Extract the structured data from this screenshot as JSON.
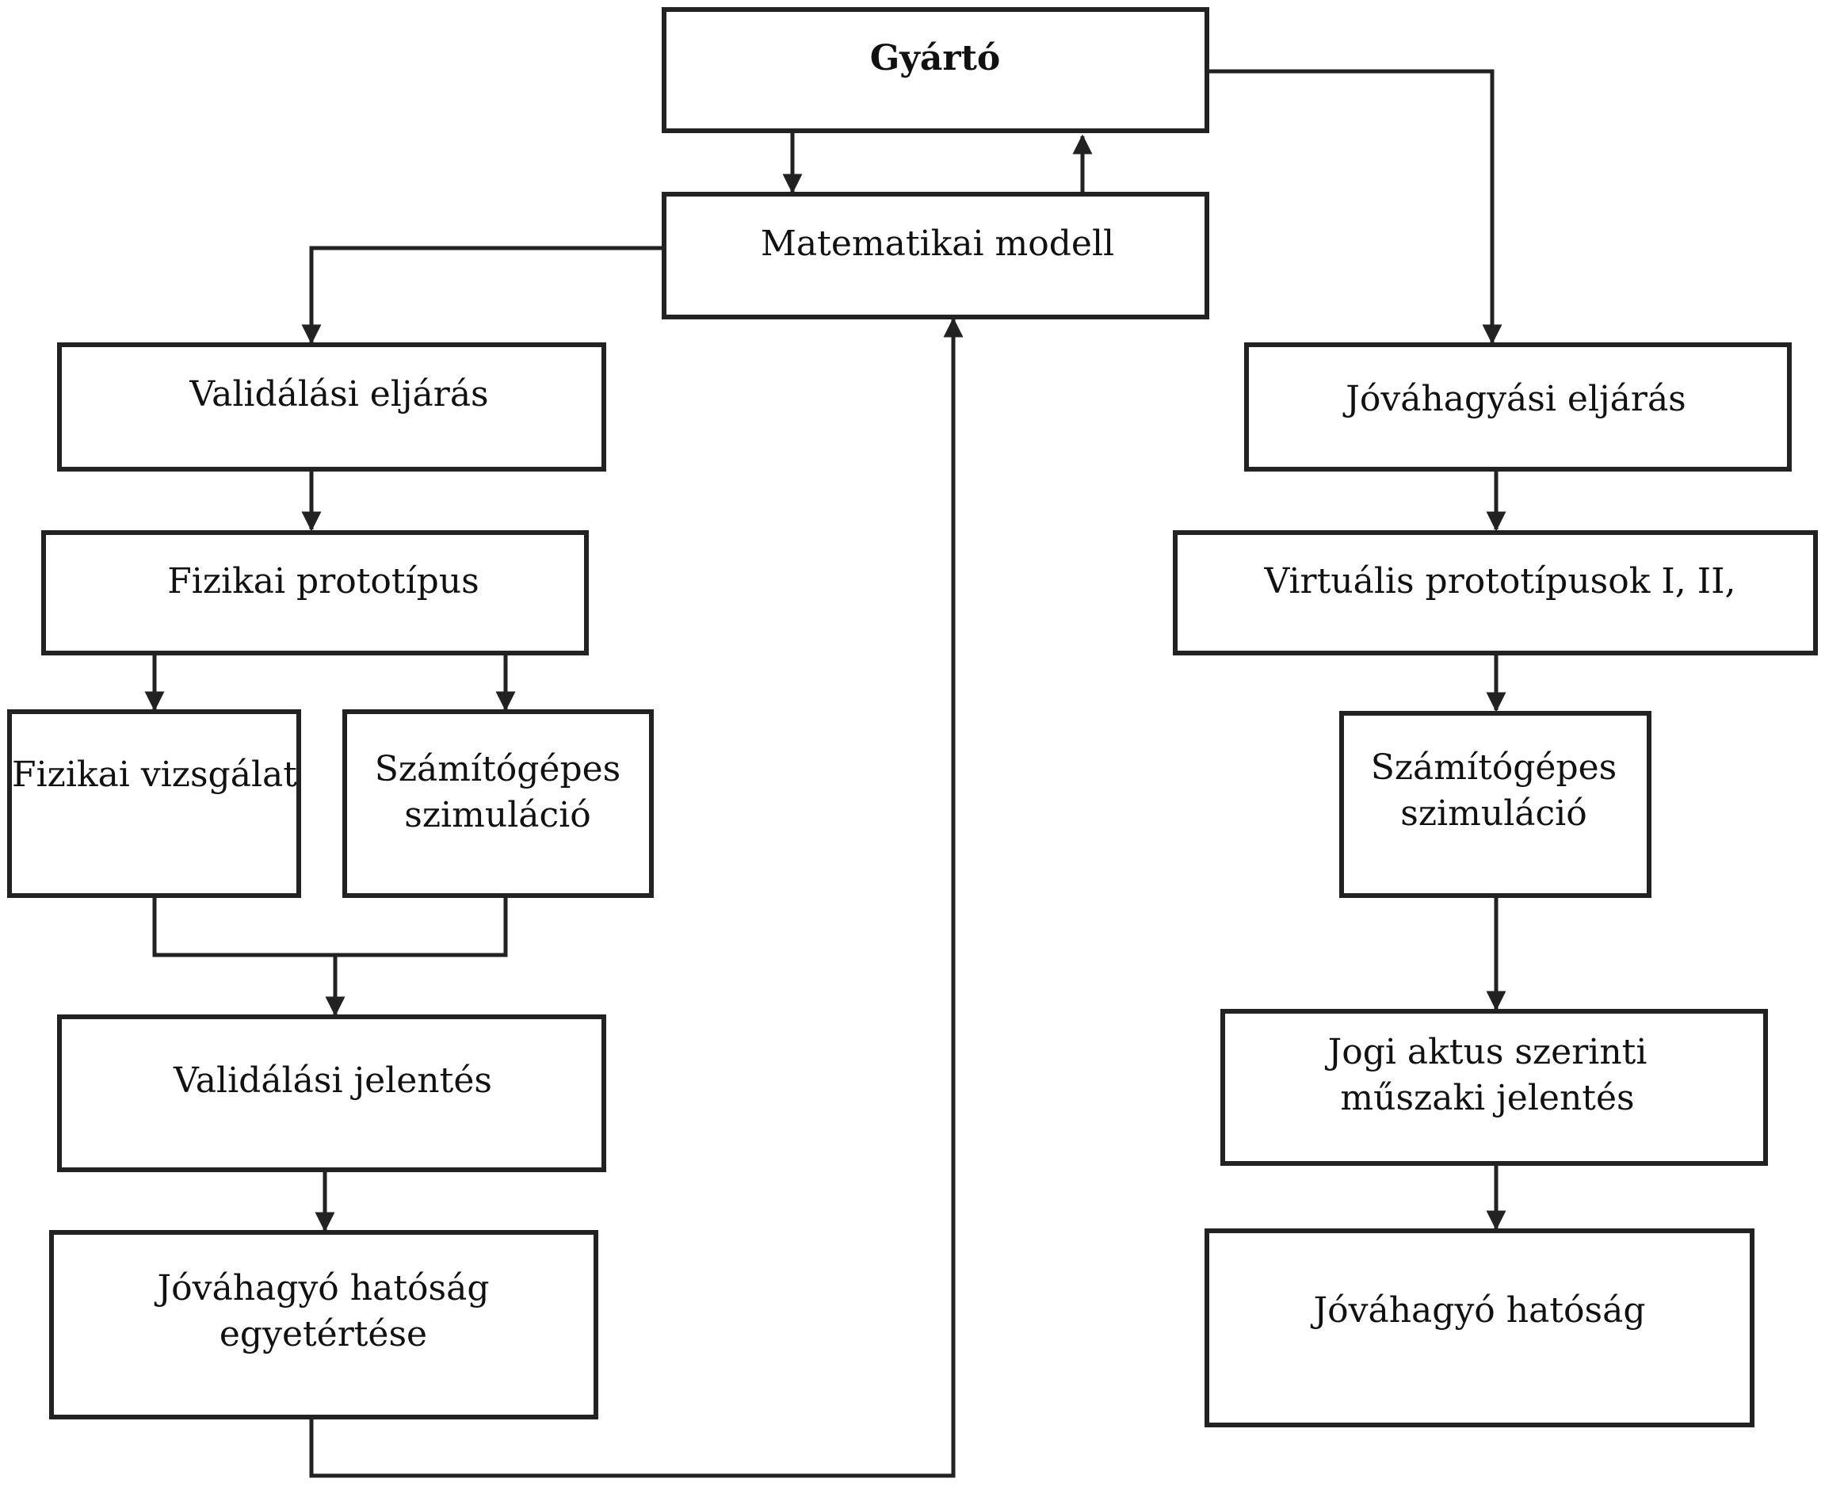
{
  "nodes": {
    "gyarto": {
      "lines": [
        "Gyártó"
      ]
    },
    "matematikai_modell": {
      "lines": [
        "Matematikai modell"
      ]
    },
    "validalasi_eljaras": {
      "lines": [
        "Validálási eljárás"
      ]
    },
    "fizikai_prototipus": {
      "lines": [
        "Fizikai prototípus"
      ]
    },
    "fizikai_vizsgalat": {
      "lines": [
        "Fizikai vizsgálat"
      ]
    },
    "szamitogepes_szimulacio_left": {
      "lines": [
        "Számítógépes",
        "szimuláció"
      ]
    },
    "validalasi_jelentes": {
      "lines": [
        "Validálási jelentés"
      ]
    },
    "jovahagyo_hatosag_egyetertese": {
      "lines": [
        "Jóváhagyó hatóság",
        "egyetértése"
      ]
    },
    "jovahagyasi_eljaras": {
      "lines": [
        "Jóváhagyási eljárás"
      ]
    },
    "virtualis_prototipusok": {
      "lines": [
        "Virtuális prototípusok I, II,"
      ]
    },
    "szamitogepes_szimulacio_right": {
      "lines": [
        "Számítógépes",
        "szimuláció"
      ]
    },
    "jogi_aktus_jelentes": {
      "lines": [
        "Jogi aktus szerinti",
        "műszaki jelentés"
      ]
    },
    "jovahagyo_hatosag": {
      "lines": [
        "Jóváhagyó hatóság"
      ]
    }
  }
}
